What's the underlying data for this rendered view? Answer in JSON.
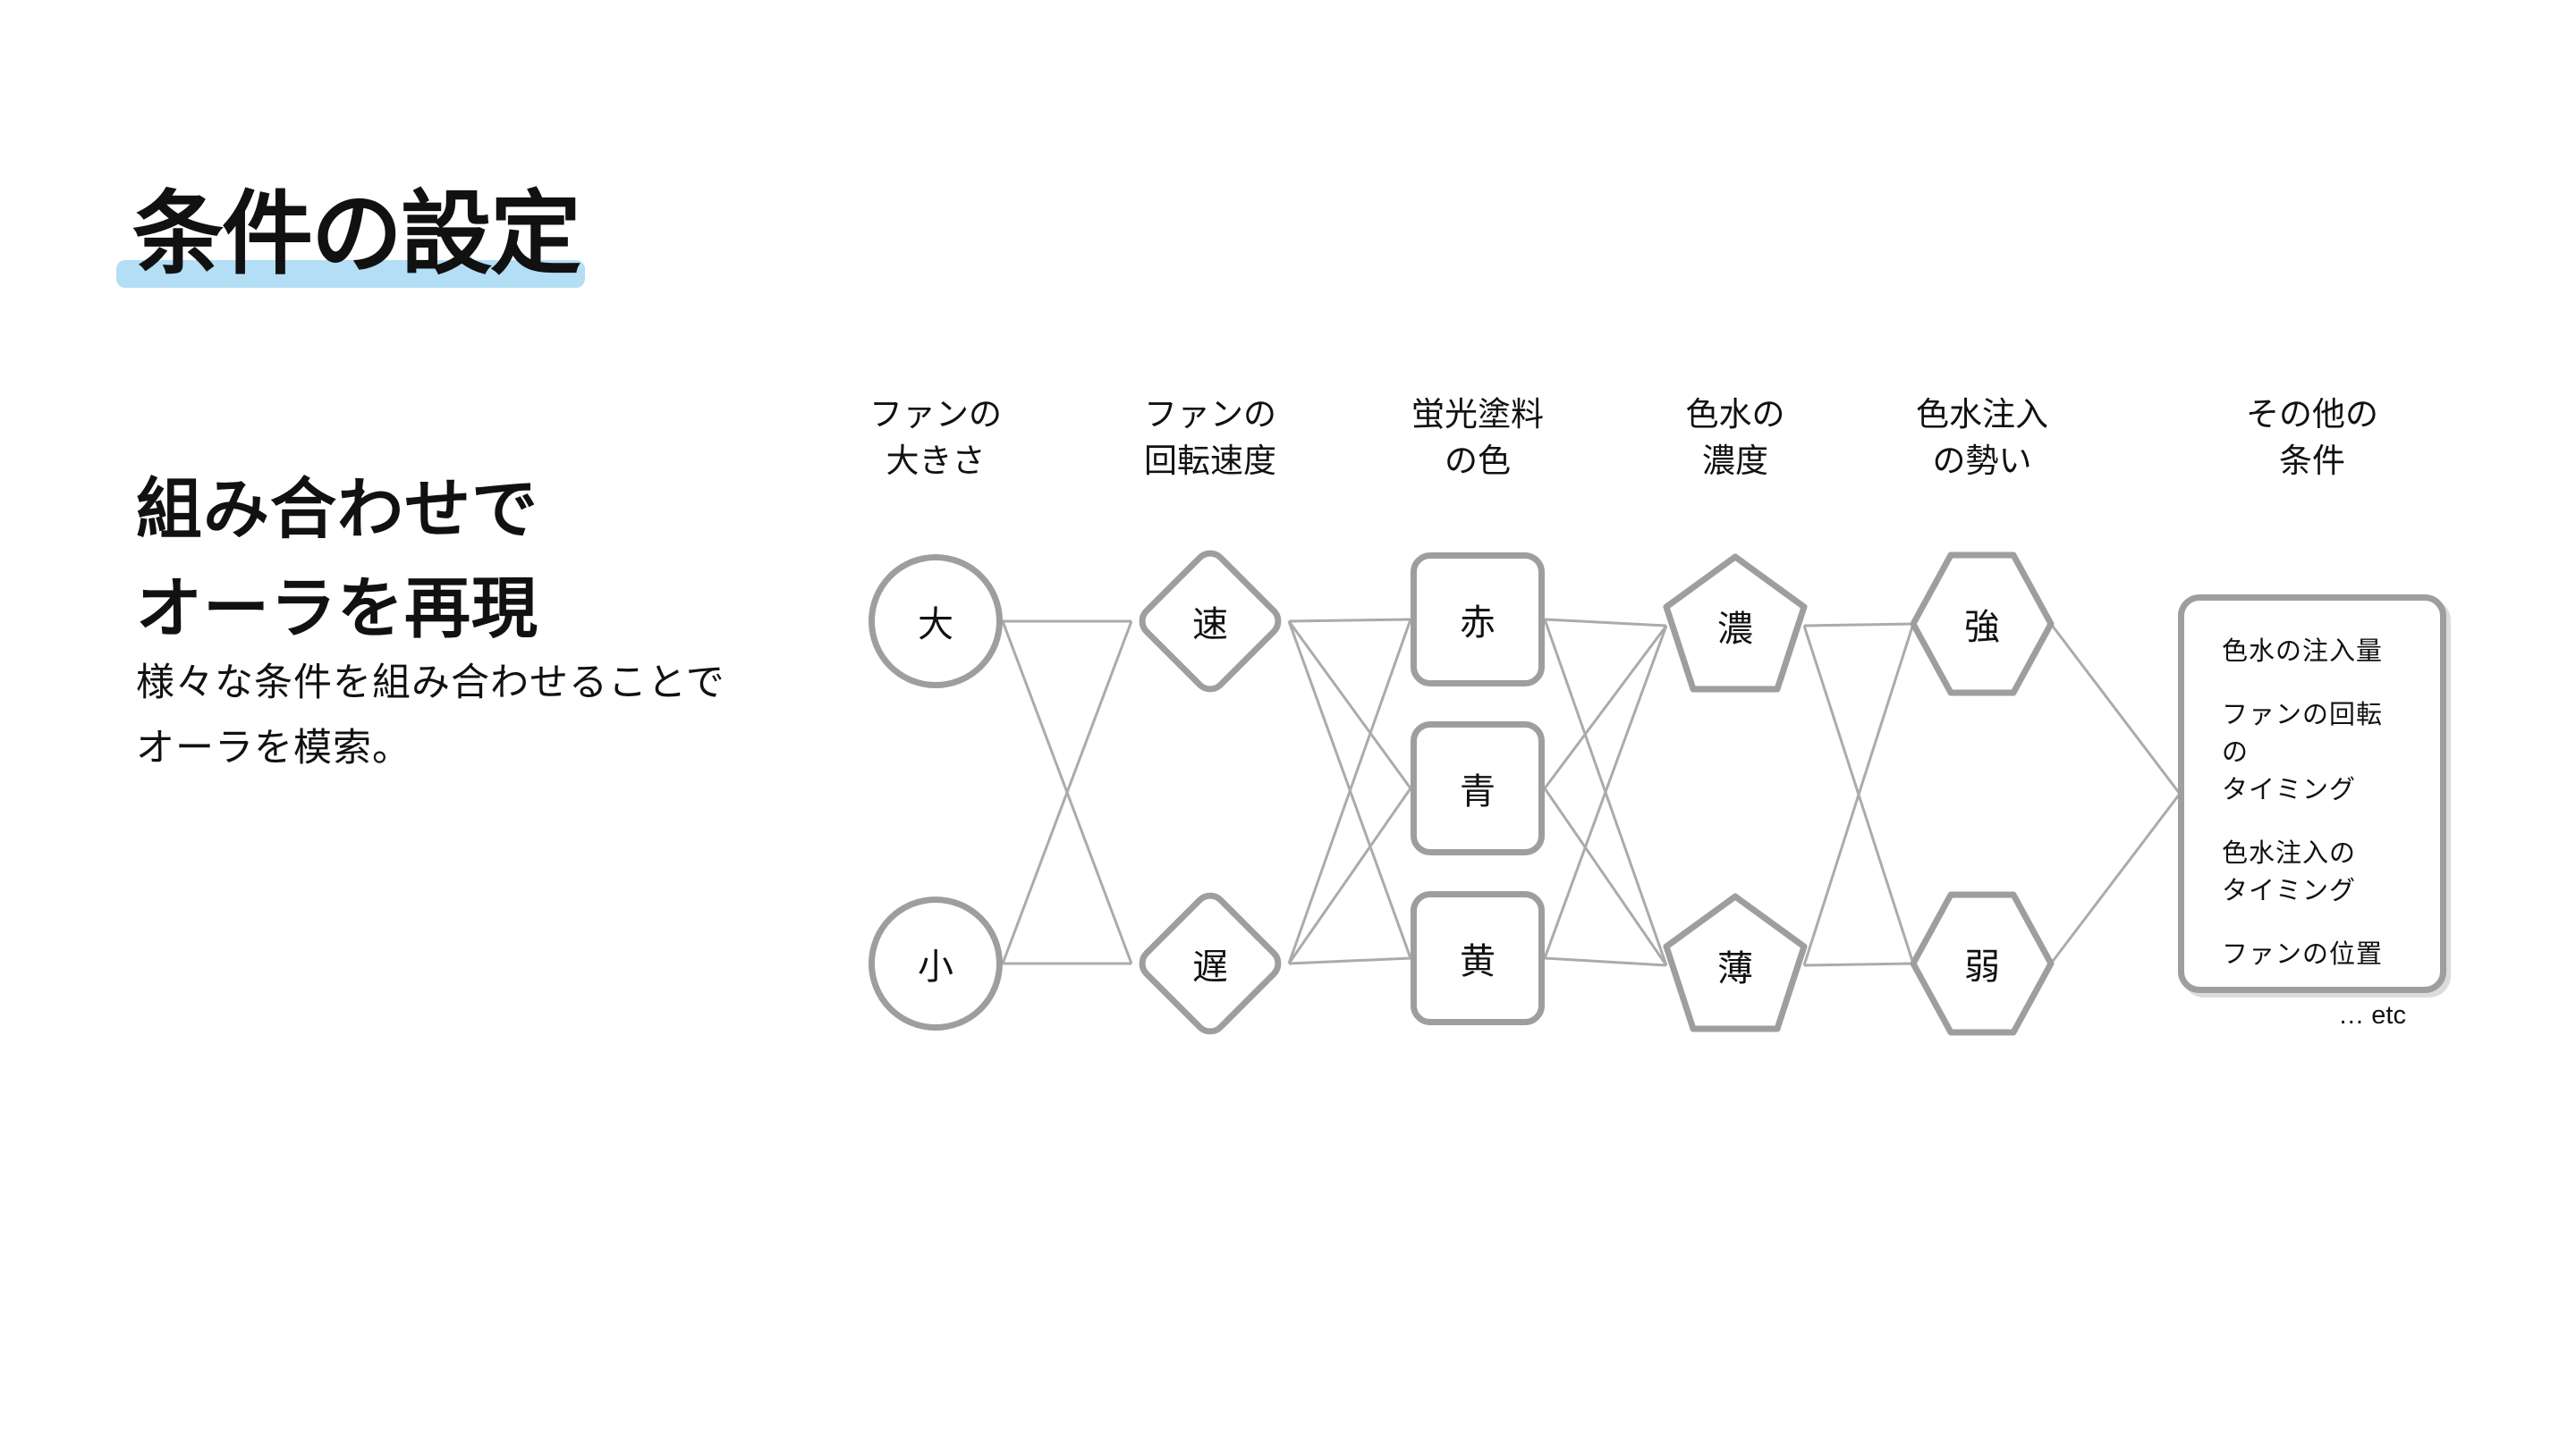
{
  "slide": {
    "title": "条件の設定",
    "intro_heading": "組み合わせで\nオーラを再現",
    "intro_body": "様々な条件を組み合わせることで\nオーラを模索。"
  },
  "diagram": {
    "columns": [
      {
        "id": "fan-size",
        "shape": "circle",
        "header": "ファンの\n大きさ",
        "nodes": [
          "大",
          "小"
        ]
      },
      {
        "id": "fan-speed",
        "shape": "diamond",
        "header": "ファンの\n回転速度",
        "nodes": [
          "速",
          "遅"
        ]
      },
      {
        "id": "paint-color",
        "shape": "square",
        "header": "蛍光塗料\nの色",
        "nodes": [
          "赤",
          "青",
          "黄"
        ]
      },
      {
        "id": "water-density",
        "shape": "pentagon",
        "header": "色水の\n濃度",
        "nodes": [
          "濃",
          "薄"
        ]
      },
      {
        "id": "injection-force",
        "shape": "hexagon",
        "header": "色水注入\nの勢い",
        "nodes": [
          "強",
          "弱"
        ]
      },
      {
        "id": "other-conditions",
        "shape": "box",
        "header": "その他の\n条件",
        "items": [
          "色水の注入量",
          "ファンの回転の\nタイミング",
          "色水注入の\nタイミング",
          "ファンの位置"
        ],
        "etc_label": "… etc"
      }
    ]
  },
  "colors": {
    "highlight": "#b3def5",
    "shape_stroke": "#9e9e9e",
    "edge_line": "#ababab",
    "text": "#111111"
  }
}
